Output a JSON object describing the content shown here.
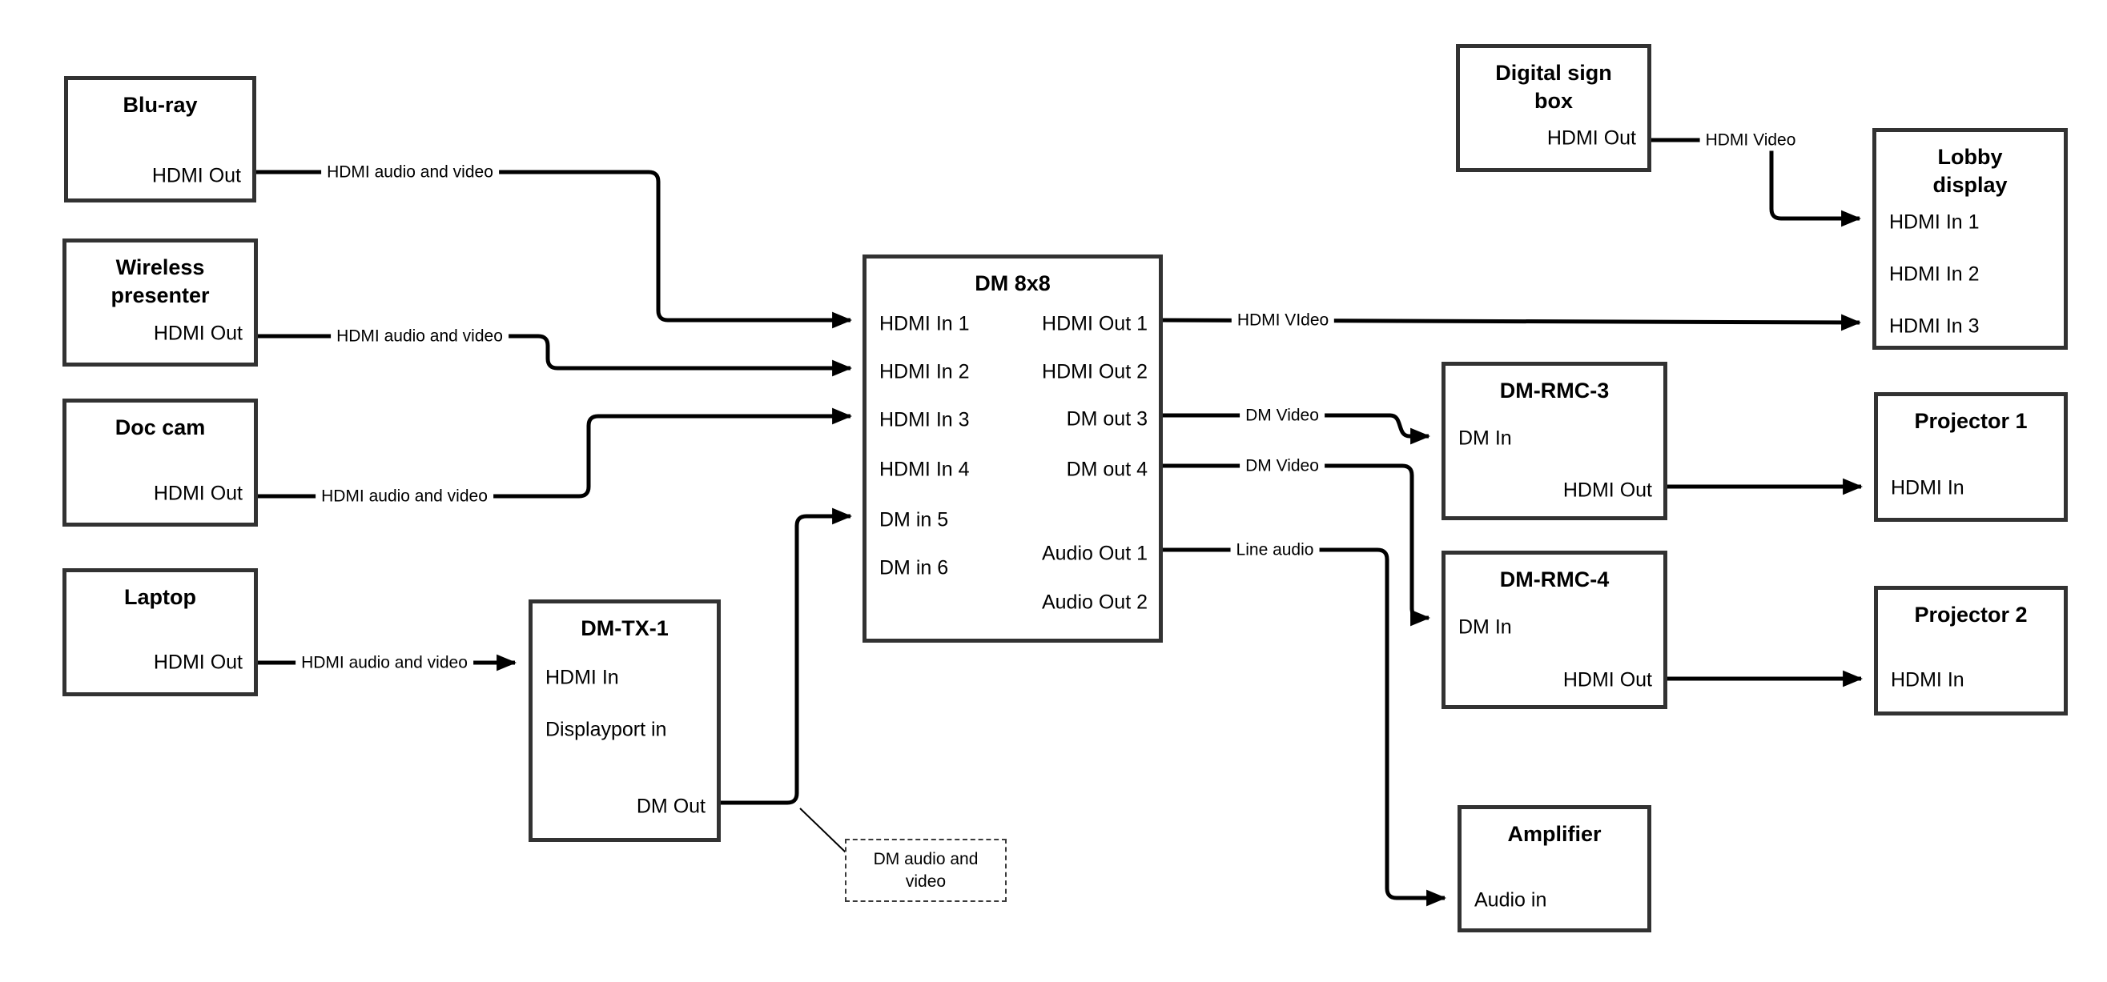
{
  "diagram": {
    "colors": {
      "background": "#ffffff",
      "box_border": "#323232",
      "wire": "#000000",
      "text": "#000000"
    },
    "nodes": {
      "bluray": {
        "title": "Blu-ray",
        "hdmi_out": "HDMI Out"
      },
      "wireless": {
        "title": "Wireless presenter",
        "hdmi_out": "HDMI Out"
      },
      "doccam": {
        "title": "Doc cam",
        "hdmi_out": "HDMI Out"
      },
      "laptop": {
        "title": "Laptop",
        "hdmi_out": "HDMI Out"
      },
      "dmtx1": {
        "title": "DM-TX-1",
        "hdmi_in": "HDMI In",
        "displayport_in": "Displayport in",
        "dm_out": "DM Out"
      },
      "dm8x8": {
        "title": "DM 8x8",
        "hdmi_in_1": "HDMI In 1",
        "hdmi_in_2": "HDMI In 2",
        "hdmi_in_3": "HDMI In 3",
        "hdmi_in_4": "HDMI In 4",
        "dm_in_5": "DM in 5",
        "dm_in_6": "DM in 6",
        "hdmi_out_1": "HDMI Out 1",
        "hdmi_out_2": "HDMI Out 2",
        "dm_out_3": "DM out 3",
        "dm_out_4": "DM out 4",
        "audio_out_1": "Audio Out 1",
        "audio_out_2": "Audio Out 2"
      },
      "signbox": {
        "title": "Digital sign box",
        "hdmi_out": "HDMI Out"
      },
      "lobby": {
        "title": "Lobby display",
        "hdmi_in_1": "HDMI In 1",
        "hdmi_in_2": "HDMI In 2",
        "hdmi_in_3": "HDMI In 3"
      },
      "rmc3": {
        "title": "DM-RMC-3",
        "dm_in": "DM In",
        "hdmi_out": "HDMI Out"
      },
      "proj1": {
        "title": "Projector 1",
        "hdmi_in": "HDMI In"
      },
      "rmc4": {
        "title": "DM-RMC-4",
        "dm_in": "DM In",
        "hdmi_out": "HDMI Out"
      },
      "proj2": {
        "title": "Projector 2",
        "hdmi_in": "HDMI In"
      },
      "amp": {
        "title": "Amplifier",
        "audio_in": "Audio in"
      }
    },
    "edge_labels": {
      "bluray_dm8x8": "HDMI audio and video",
      "wireless_dm8x8": "HDMI audio and video",
      "doccam_dm8x8": "HDMI audio and video",
      "laptop_dmtx1": "HDMI audio and video",
      "dm8x8_lobby": "HDMI VIdeo",
      "dm8x8_rmc3": "DM Video",
      "dm8x8_rmc4": "DM Video",
      "dm8x8_amp": "Line audio",
      "signbox_lobby": "HDMI Video"
    },
    "note": {
      "text": "DM audio and video"
    }
  }
}
